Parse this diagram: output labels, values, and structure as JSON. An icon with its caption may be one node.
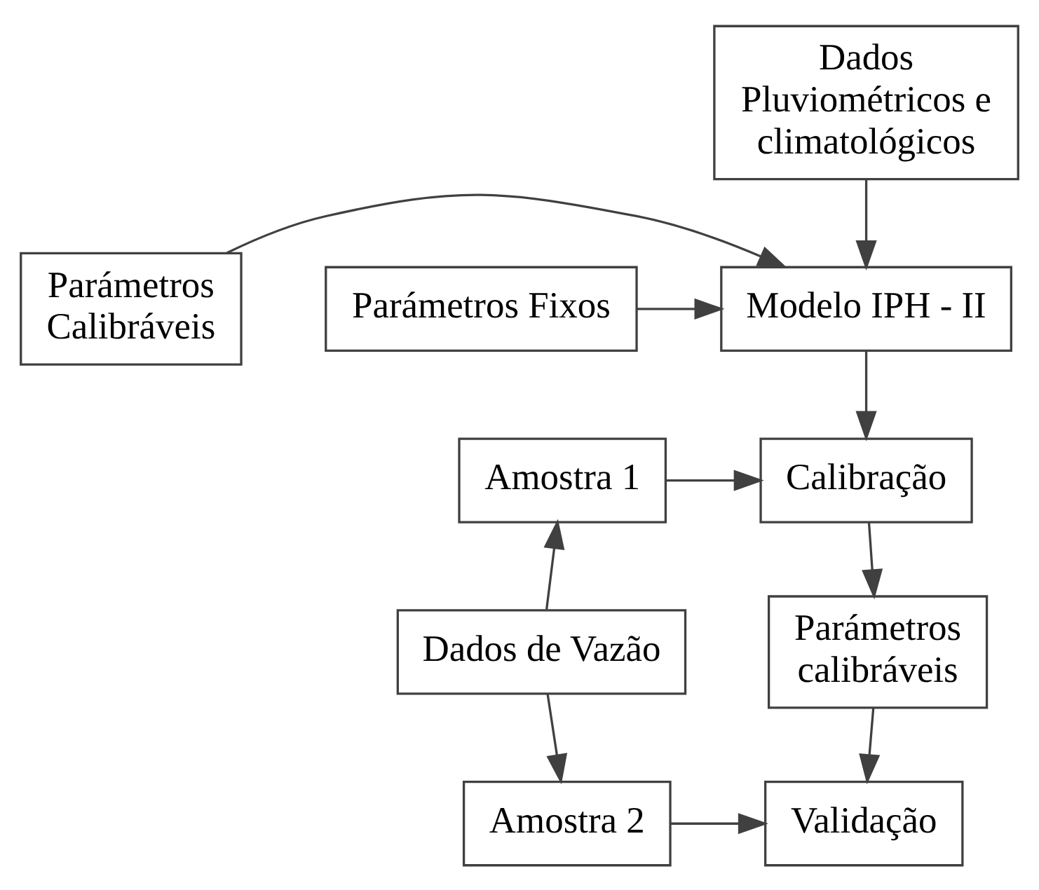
{
  "diagram": {
    "nodes": [
      {
        "text": [
          "Dados Pluviométricos e climatológicos"
        ]
      },
      {
        "text": [
          "Modelo IPH - II"
        ]
      },
      {
        "text": [
          "Parámetros Calibráveis"
        ]
      },
      {
        "text": [
          "Parámetros Fixos"
        ]
      },
      {
        "text": [
          "Calibração"
        ]
      },
      {
        "text": [
          "Amostra 1"
        ]
      },
      {
        "text": [
          "Parámetros calibráveis"
        ]
      },
      {
        "text": [
          "Dados de Vazão"
        ]
      },
      {
        "text": [
          "Validação"
        ]
      },
      {
        "text": [
          "Amostra 2"
        ]
      }
    ],
    "edges": [
      {
        "from": 0,
        "to": 1,
        "arrow": "to"
      },
      {
        "from": 2,
        "to": 1,
        "arrow": "to"
      },
      {
        "from": 3,
        "to": 1,
        "arrow": "to"
      },
      {
        "from": 1,
        "to": 4,
        "arrow": "to"
      },
      {
        "from": 5,
        "to": 4,
        "arrow": "to"
      },
      {
        "from": 4,
        "to": 6,
        "arrow": "to"
      },
      {
        "from": 7,
        "to": 5,
        "arrow": "to"
      },
      {
        "from": 7,
        "to": 9,
        "arrow": "to"
      },
      {
        "from": 6,
        "to": 8,
        "arrow": "to"
      },
      {
        "from": 9,
        "to": 8,
        "arrow": "to"
      }
    ]
  }
}
